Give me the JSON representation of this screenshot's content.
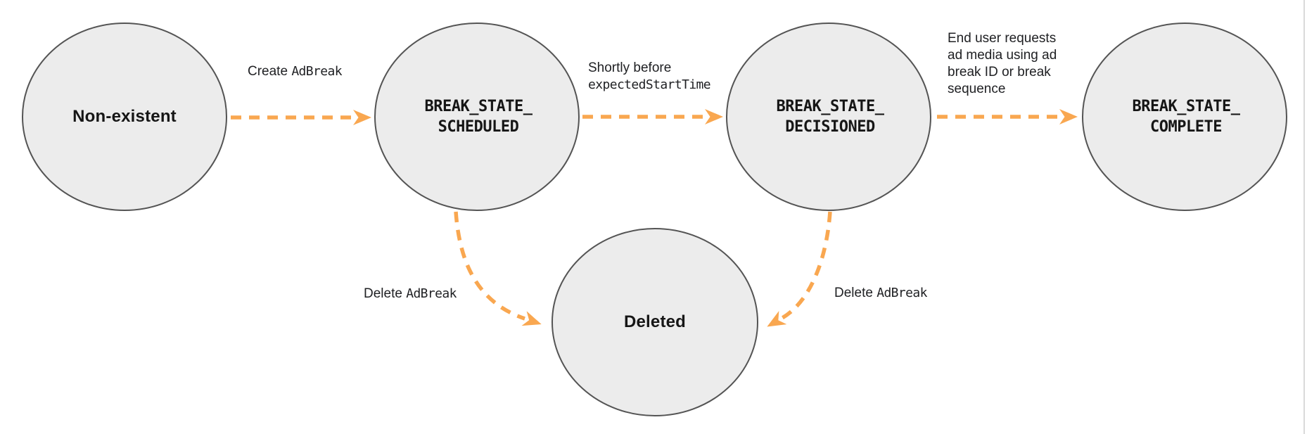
{
  "colors": {
    "arrow": "#F9A750",
    "state_fill": "#ECECEC",
    "state_stroke": "#545454",
    "page_border": "#D9D9D9",
    "text": "#161616"
  },
  "states": {
    "non_existent": {
      "label": "Non-existent"
    },
    "scheduled": {
      "line1": "BREAK_STATE_",
      "line2": "SCHEDULED"
    },
    "decisioned": {
      "line1": "BREAK_STATE_",
      "line2": "DECISIONED"
    },
    "complete": {
      "line1": "BREAK_STATE_",
      "line2": "COMPLETE"
    },
    "deleted": {
      "label": "Deleted"
    }
  },
  "transitions": {
    "create": {
      "action": "Create ",
      "code": "AdBreak"
    },
    "shortly": {
      "line1": "Shortly before",
      "code": "expectedStartTime"
    },
    "end_user": {
      "lines": [
        "End user requests",
        "ad media using ad",
        "break ID or break",
        "sequence"
      ]
    },
    "delete_scheduled": {
      "action": "Delete ",
      "code": "AdBreak"
    },
    "delete_decisioned": {
      "action": "Delete ",
      "code": "AdBreak"
    }
  }
}
